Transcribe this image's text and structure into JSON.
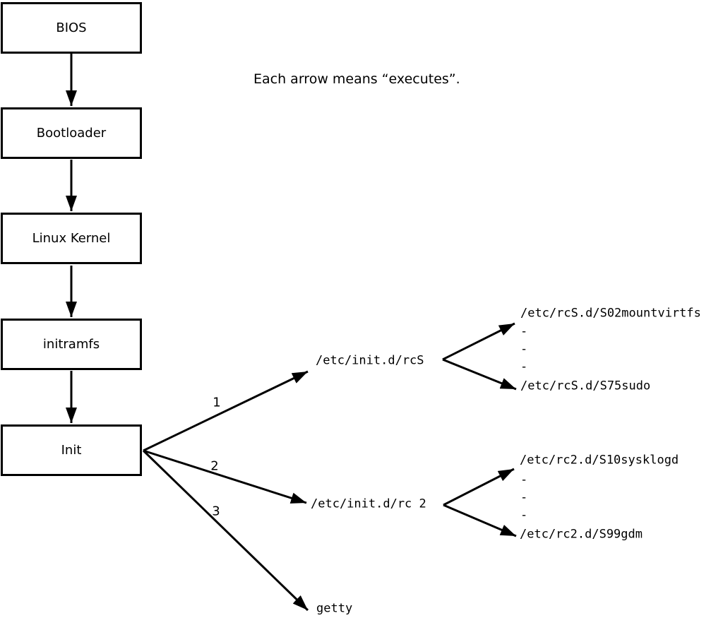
{
  "diagram": {
    "caption": "Each arrow means “executes”.",
    "boot_chain": [
      "BIOS",
      "Bootloader",
      "Linux Kernel",
      "initramfs",
      "Init"
    ],
    "fan": [
      {
        "label": "1",
        "target": "/etc/init.d/rcS"
      },
      {
        "label": "2",
        "target": "/etc/init.d/rc 2"
      },
      {
        "label": "3",
        "target": "getty"
      }
    ],
    "rcS_children": {
      "first": "/etc/rcS.d/S02mountvirtfs",
      "dashes": [
        "-",
        "-",
        "-"
      ],
      "last": "/etc/rcS.d/S75sudo"
    },
    "rc2_children": {
      "first": "/etc/rc2.d/S10sysklogd",
      "dashes": [
        "-",
        "-",
        "-"
      ],
      "last": "/etc/rc2.d/S99gdm"
    }
  },
  "colors": {
    "stroke": "#000000",
    "background": "#ffffff",
    "text": "#000000"
  }
}
